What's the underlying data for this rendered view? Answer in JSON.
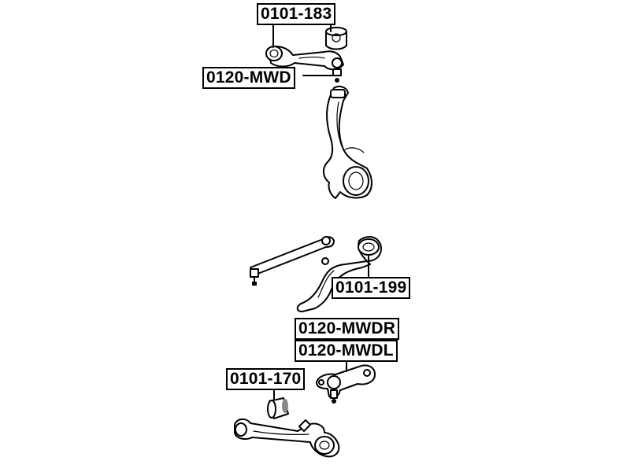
{
  "labels": {
    "upper_arm": "0101-183",
    "upper_ball_joint": "0120-MWD",
    "lower_arm": "0101-199",
    "ball_joint_right": "0120-MWDR",
    "ball_joint_left": "0120-MWDL",
    "bushing": "0101-170"
  }
}
